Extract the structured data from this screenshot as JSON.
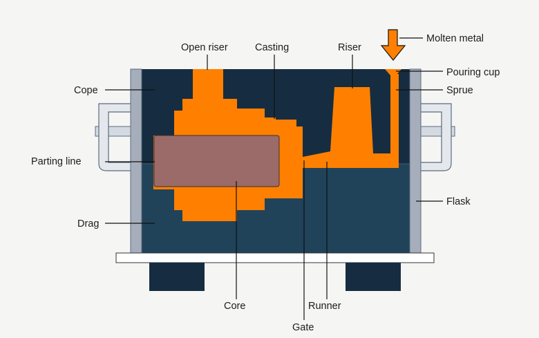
{
  "labels": {
    "open_riser": "Open riser",
    "casting": "Casting",
    "riser": "Riser",
    "molten_metal": "Molten metal",
    "pouring_cup": "Pouring cup",
    "sprue": "Sprue",
    "cope": "Cope",
    "parting_line": "Parting line",
    "flask": "Flask",
    "drag": "Drag",
    "core": "Core",
    "runner": "Runner",
    "gate": "Gate"
  },
  "colors": {
    "background": "#f5f5f4",
    "cope": "#162d41",
    "drag": "#20435a",
    "metal": "#ff8000",
    "core": "#9a6b68",
    "flask": "#a6aebb",
    "handle": "#e4e8ed",
    "base_plate": "#ffffff",
    "feet": "#162d41",
    "leader": "#111111"
  }
}
